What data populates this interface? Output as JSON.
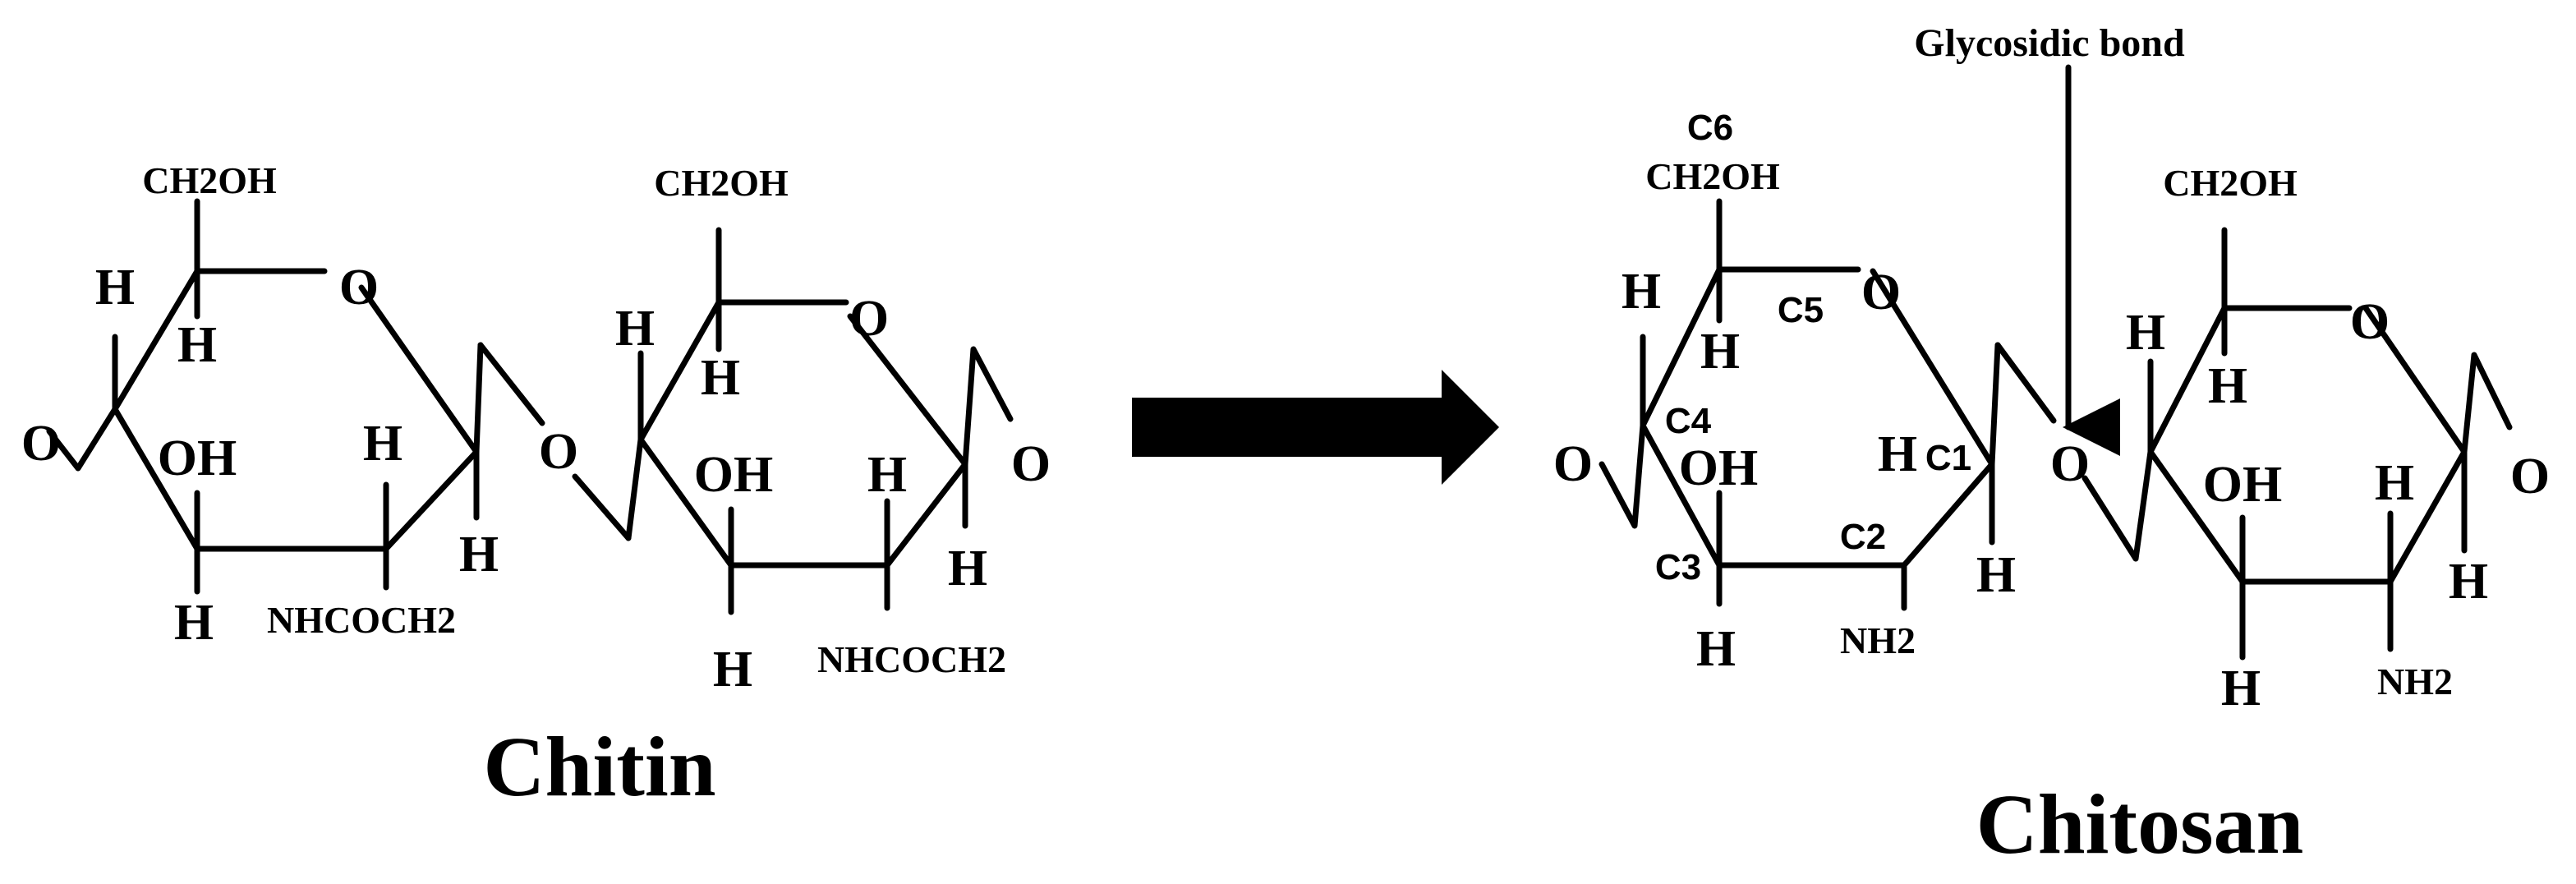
{
  "chitin": {
    "title": "Chitin",
    "ring1": {
      "ch2oh": "CH2OH",
      "o_ring": "O",
      "h_left_top": "H",
      "h_c5": "H",
      "oh": "OH",
      "h_c2": "H",
      "h_c1": "H",
      "h_c3": "H",
      "nh": "NHCOCH2",
      "o_left": "O"
    },
    "bridge_o": "O",
    "ring2": {
      "ch2oh": "CH2OH",
      "o_ring": "O",
      "h_left_top": "H",
      "h_c5": "H",
      "oh": "OH",
      "h_c2": "H",
      "h_c1": "H",
      "h_c3": "H",
      "nh": "NHCOCH2",
      "o_right": "O"
    }
  },
  "chitosan": {
    "title": "Chitosan",
    "glycosidic_label": "Glycosidic bond",
    "ring1": {
      "c6": "C6",
      "ch2oh": "CH2OH",
      "c5": "C5",
      "c4": "C4",
      "c3": "C3",
      "c2": "C2",
      "c1": "C1",
      "o_ring": "O",
      "h_left_top": "H",
      "h_c5": "H",
      "oh": "OH",
      "h_c2": "H",
      "h_c1": "H",
      "h_c3": "H",
      "nh2": "NH2",
      "o_left": "O"
    },
    "bridge_o": "O",
    "ring2": {
      "ch2oh": "CH2OH",
      "o_ring": "O",
      "h_left_top": "H",
      "h_c5": "H",
      "oh": "OH",
      "h_c2": "H",
      "h_c1": "H",
      "h_c3": "H",
      "nh2": "NH2",
      "o_right": "O"
    }
  }
}
